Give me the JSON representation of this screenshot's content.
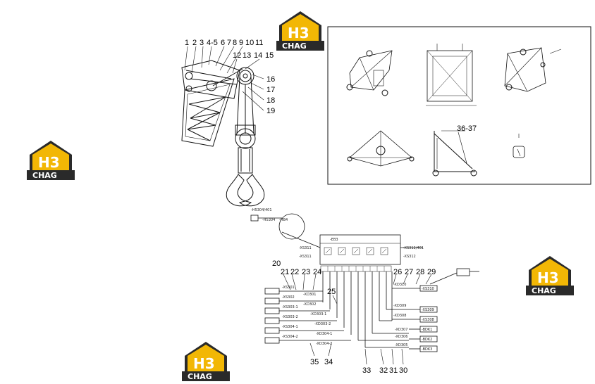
{
  "watermark": {
    "brand_top": "H3",
    "brand_bottom": "CHAG",
    "colors": {
      "gold": "#f2b705",
      "dark": "#2a2a2a"
    }
  },
  "callouts_crane": [
    "1",
    "2",
    "3",
    "4-5",
    "6",
    "7",
    "8",
    "9",
    "10",
    "11",
    "12",
    "13",
    "14",
    "15",
    "16",
    "17",
    "18",
    "19"
  ],
  "callouts_schematic": [
    "20",
    "21",
    "22",
    "23",
    "24",
    "25",
    "26",
    "27",
    "28",
    "29",
    "30",
    "31",
    "32",
    "33",
    "34",
    "35",
    "36-37"
  ],
  "wire_labels": {
    "left_top": [
      "-H5304/401",
      "-H5304",
      "-HB4"
    ],
    "box_title": "-EB3",
    "right_box": [
      "-XS312/401",
      "-XS312"
    ],
    "left_box": [
      "-XS311",
      "-XS311"
    ],
    "rows_left": [
      "-XS301",
      "-XS302",
      "-XS303-1",
      "-XS303-2",
      "-XS304-1",
      "-XS304-2"
    ],
    "rows_mid": [
      "-XD301",
      "-XD302",
      "-XD303-1",
      "-XD303-2",
      "-XD304-1",
      "-XD304-2"
    ],
    "rows_right": [
      "-XD310",
      "-XD309",
      "-XD308",
      "-XD307",
      "-XD306",
      "-XD305"
    ],
    "far_right": [
      "-XS310",
      "-XS309",
      "-XS308",
      "-BDK1",
      "-BDK2",
      "-BDK3"
    ]
  }
}
